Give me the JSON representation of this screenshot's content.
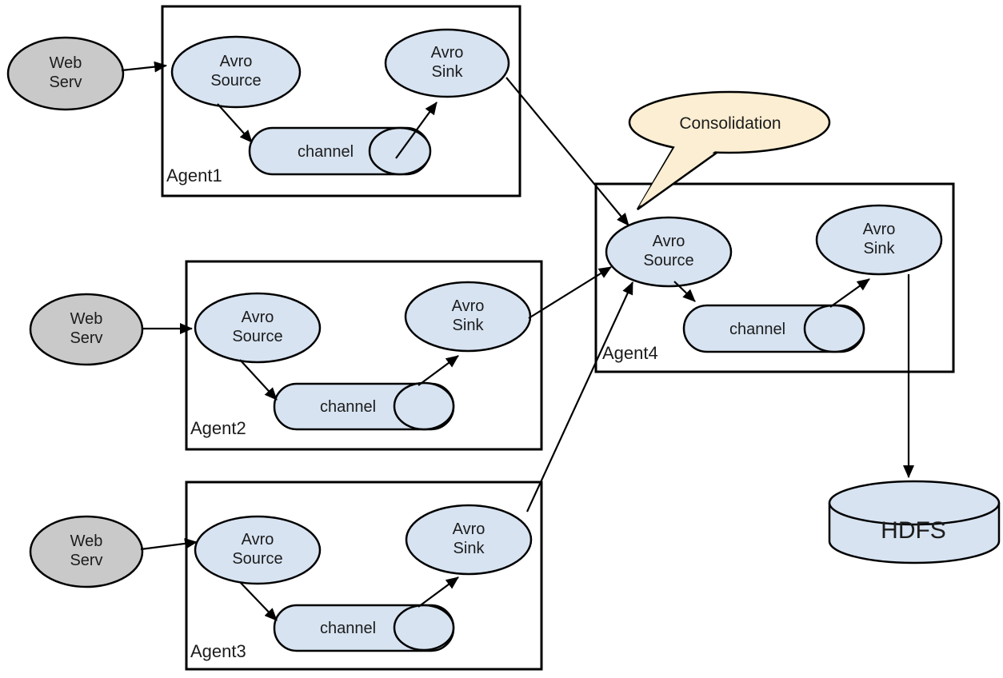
{
  "colors": {
    "node_fill": "#d7e3f1",
    "web_serv_fill": "#c9c9c9",
    "callout_fill": "#fbeed2",
    "store_fill": "#d7e3f1",
    "line": "#000000"
  },
  "external_source": {
    "label_line1": "Web",
    "label_line2": "Serv"
  },
  "node_labels": {
    "source_line1": "Avro",
    "source_line2": "Source",
    "sink_line1": "Avro",
    "sink_line2": "Sink",
    "channel": "channel"
  },
  "agents": [
    {
      "label": "Agent1"
    },
    {
      "label": "Agent2"
    },
    {
      "label": "Agent3"
    },
    {
      "label": "Agent4"
    }
  ],
  "callout": {
    "label": "Consolidation"
  },
  "store": {
    "label": "HDFS"
  }
}
